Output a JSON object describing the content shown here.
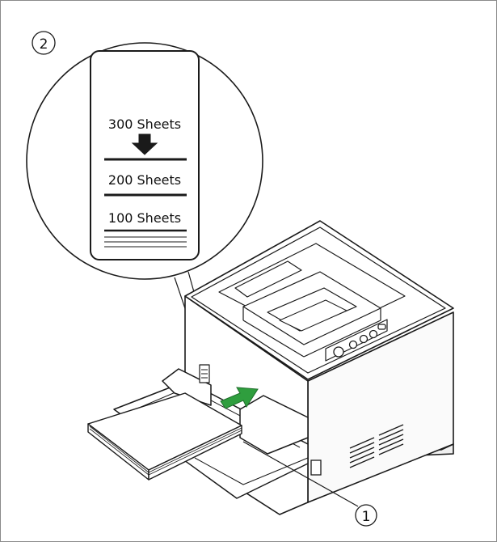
{
  "figure": {
    "callouts": [
      {
        "id": "1",
        "label": "①"
      },
      {
        "id": "2",
        "label": "②"
      }
    ],
    "capacity_label": {
      "levels": [
        {
          "text": "300 Sheets"
        },
        {
          "text": "200 Sheets"
        },
        {
          "text": "100 Sheets"
        }
      ]
    },
    "colors": {
      "line": "#1a1a1a",
      "arrow_green": "#2f9e3e",
      "frame": "#8a8a8a"
    },
    "icons": [
      "down-arrow-icon",
      "feed-direction-arrow-icon",
      "power-button-icon"
    ]
  }
}
